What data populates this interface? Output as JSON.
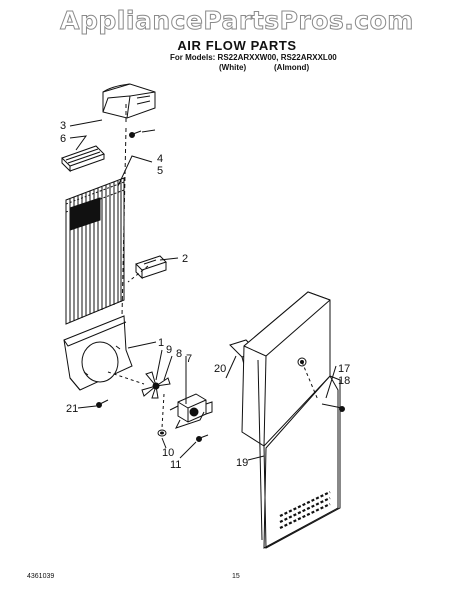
{
  "watermark": "AppliancePartsPros.com",
  "title": "AIR FLOW PARTS",
  "models_line": "For Models: RS22ARXXW00, RS22ARXXL00",
  "color_white": "(White)",
  "color_almond": "(Almond)",
  "callouts": [
    "3",
    "6",
    "4",
    "5",
    "2",
    "1",
    "9",
    "8",
    "7",
    "20",
    "17",
    "18",
    "21",
    "10",
    "11",
    "19"
  ],
  "footer_left": "4361039",
  "footer_page": "15"
}
